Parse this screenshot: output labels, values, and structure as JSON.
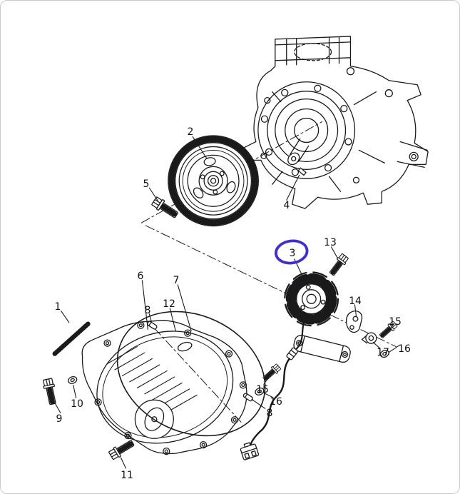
{
  "page": {
    "background_color": "#ffffff",
    "frame_border_color": "#c7cacd"
  },
  "diagram": {
    "description": "Exploded engine generator / magneto parts diagram",
    "line_color": "#1a1a1a",
    "highlight": {
      "part_number": "3",
      "color": "#4030c8"
    },
    "callouts": [
      {
        "text": "1"
      },
      {
        "text": "2"
      },
      {
        "text": "3"
      },
      {
        "text": "4"
      },
      {
        "text": "5"
      },
      {
        "text": "6"
      },
      {
        "text": "7"
      },
      {
        "text": "8"
      },
      {
        "text": "8"
      },
      {
        "text": "9"
      },
      {
        "text": "10"
      },
      {
        "text": "11"
      },
      {
        "text": "12"
      },
      {
        "text": "13"
      },
      {
        "text": "14"
      },
      {
        "text": "15"
      },
      {
        "text": "15"
      },
      {
        "text": "16"
      },
      {
        "text": "16"
      },
      {
        "text": "17"
      }
    ]
  }
}
